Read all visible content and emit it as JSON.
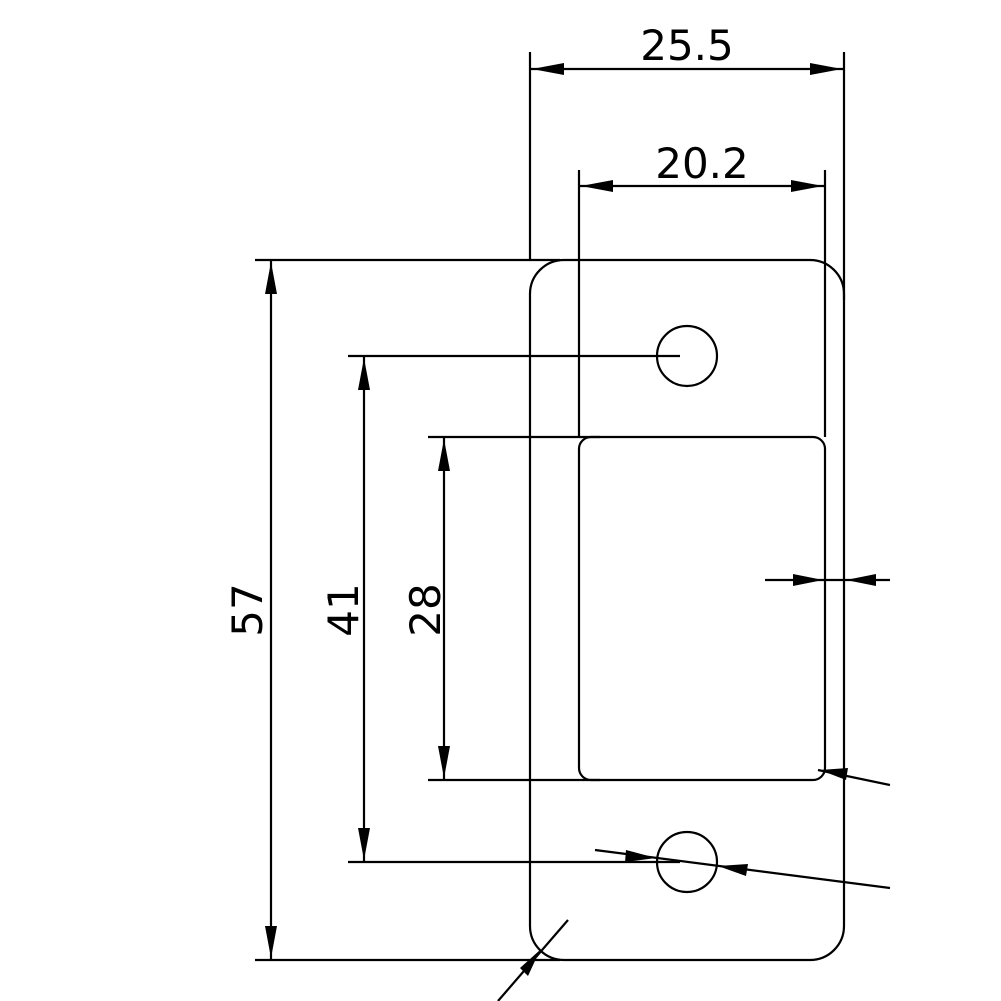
{
  "drawing": {
    "line_color": "#000000",
    "background": "#ffffff",
    "dimensions": {
      "overall_width": "25.5",
      "slot_width": "20.2",
      "overall_height": "57",
      "hole_spacing": "41",
      "slot_height": "28"
    }
  }
}
